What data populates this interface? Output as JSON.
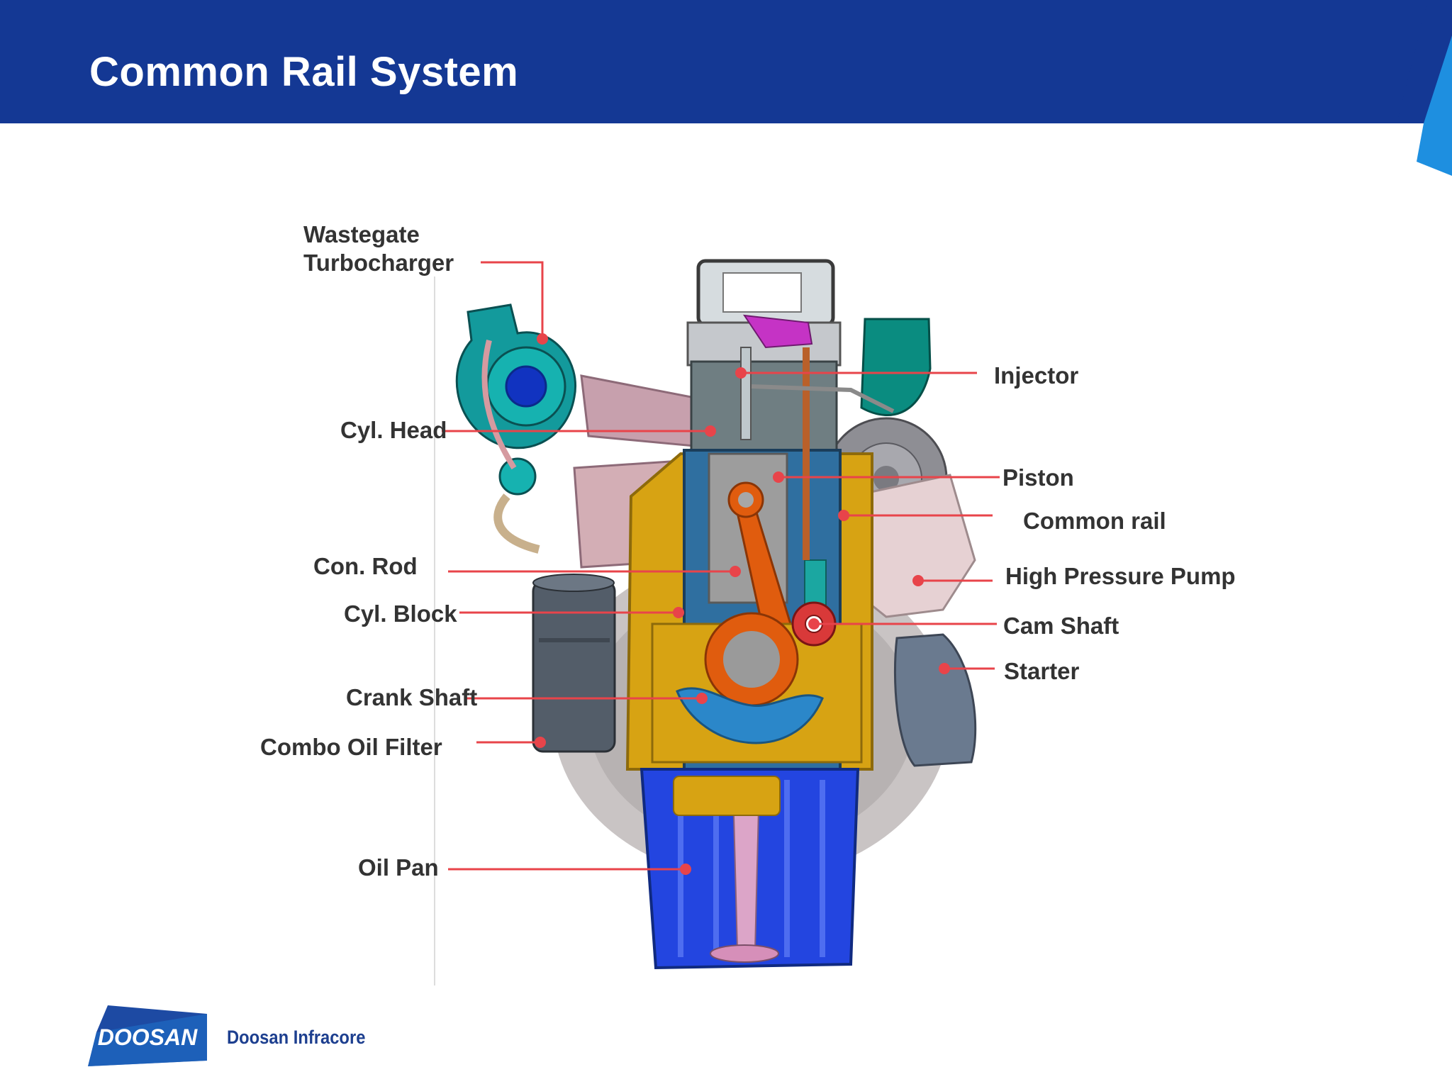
{
  "header": {
    "title": "Common Rail System"
  },
  "labels": {
    "turbocharger_line1": "Wastegate",
    "turbocharger_line2": "Turbocharger",
    "cyl_head": "Cyl. Head",
    "con_rod": "Con. Rod",
    "cyl_block": "Cyl. Block",
    "crank_shaft": "Crank Shaft",
    "combo_oil_filter": "Combo Oil Filter",
    "oil_pan": "Oil Pan",
    "injector": "Injector",
    "piston": "Piston",
    "common_rail": "Common rail",
    "high_pressure_pump": "High Pressure Pump",
    "cam_shaft": "Cam Shaft",
    "starter": "Starter"
  },
  "footer": {
    "logo_word": "DOOSAN",
    "company": "Doosan Infracore"
  },
  "colors": {
    "header_blue": "#143894",
    "leader_red": "#e8444a",
    "label_text": "#333333"
  }
}
